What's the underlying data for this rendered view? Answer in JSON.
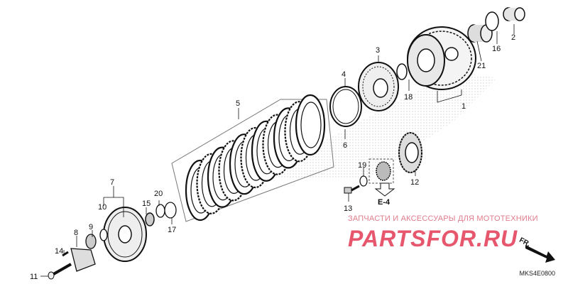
{
  "diagram": {
    "callouts": [
      "1",
      "2",
      "3",
      "4",
      "5",
      "6",
      "7",
      "8",
      "9",
      "10",
      "11",
      "12",
      "13",
      "14",
      "15",
      "16",
      "17",
      "18",
      "19",
      "20",
      "21"
    ],
    "reference_label": "E-4",
    "direction_label": "FR.",
    "diagram_code": "MKS4E0800"
  },
  "watermark": {
    "subtitle": "ЗАПЧАСТИ И АКСЕССУАРЫ ДЛЯ МОТОТЕХНИКИ",
    "logo": "PARTSFOR.RU",
    "color": "#e23a55"
  }
}
